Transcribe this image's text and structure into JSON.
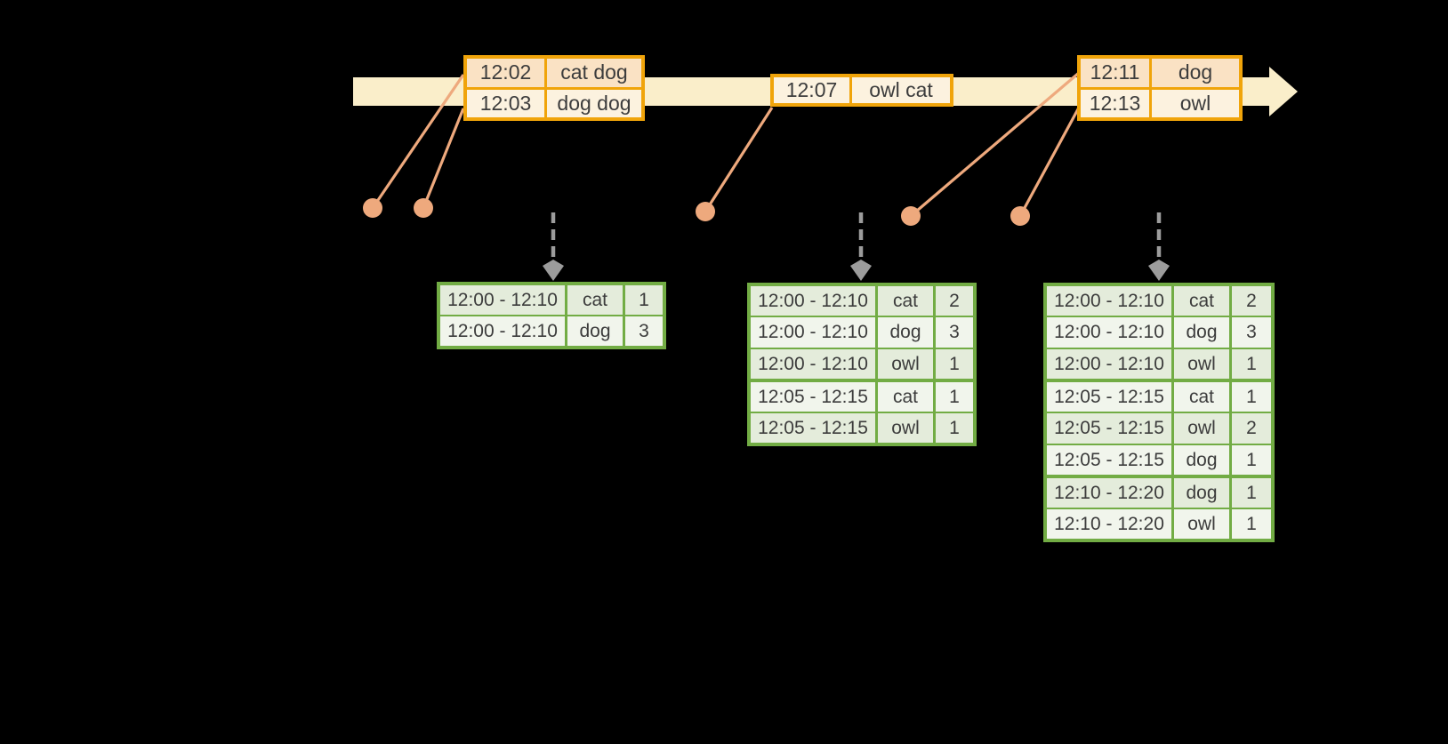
{
  "diagram": {
    "description": "Windowed grouped aggregation over an event-time stream",
    "timeline_name": "event-time-arrow"
  },
  "colors": {
    "background": "#000000",
    "timeline_fill": "#FAEECA",
    "event_border": "#F0A40A",
    "event_row_peach": "#FAE2C4",
    "event_row_cream": "#FCF2DF",
    "connector": "#EEA97D",
    "dashed_arrow": "#9C9C9C",
    "result_border": "#72AC44",
    "result_row_dark": "#E4ECDB",
    "result_row_light": "#F1F5EC",
    "text": "#3C3C3C"
  },
  "event_tables": [
    {
      "rows": [
        {
          "time": "12:02",
          "words": "cat dog"
        },
        {
          "time": "12:03",
          "words": "dog dog"
        }
      ]
    },
    {
      "rows": [
        {
          "time": "12:07",
          "words": "owl cat"
        }
      ]
    },
    {
      "rows": [
        {
          "time": "12:11",
          "words": "dog"
        },
        {
          "time": "12:13",
          "words": "owl"
        }
      ]
    }
  ],
  "result_tables": [
    {
      "rows": [
        {
          "window": "12:00 - 12:10",
          "word": "cat",
          "count": "1"
        },
        {
          "window": "12:00 - 12:10",
          "word": "dog",
          "count": "3"
        }
      ]
    },
    {
      "rows": [
        {
          "window": "12:00 - 12:10",
          "word": "cat",
          "count": "2"
        },
        {
          "window": "12:00 - 12:10",
          "word": "dog",
          "count": "3"
        },
        {
          "window": "12:00 - 12:10",
          "word": "owl",
          "count": "1"
        },
        {
          "window": "12:05 - 12:15",
          "word": "cat",
          "count": "1"
        },
        {
          "window": "12:05 - 12:15",
          "word": "owl",
          "count": "1"
        }
      ]
    },
    {
      "rows": [
        {
          "window": "12:00 - 12:10",
          "word": "cat",
          "count": "2"
        },
        {
          "window": "12:00 - 12:10",
          "word": "dog",
          "count": "3"
        },
        {
          "window": "12:00 - 12:10",
          "word": "owl",
          "count": "1"
        },
        {
          "window": "12:05 - 12:15",
          "word": "cat",
          "count": "1"
        },
        {
          "window": "12:05 - 12:15",
          "word": "owl",
          "count": "2"
        },
        {
          "window": "12:05 - 12:15",
          "word": "dog",
          "count": "1"
        },
        {
          "window": "12:10 - 12:20",
          "word": "dog",
          "count": "1"
        },
        {
          "window": "12:10 - 12:20",
          "word": "owl",
          "count": "1"
        }
      ]
    }
  ]
}
